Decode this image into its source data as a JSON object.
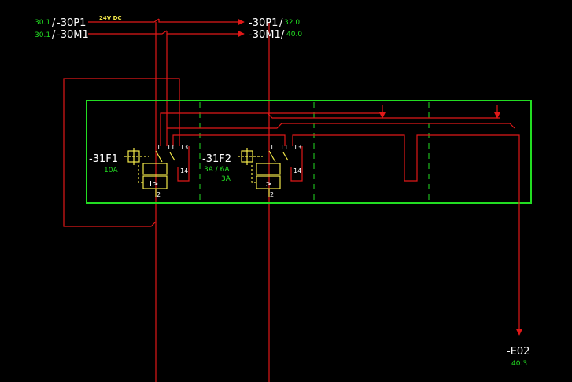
{
  "colors": {
    "background": "#000000",
    "wire": "#e01818",
    "frame": "#22dd22",
    "symbol": "#f2e84a",
    "text": "#ffffff",
    "ref_text": "#22dd22"
  },
  "inputs": [
    {
      "ref": "30.1",
      "name": "-30P1"
    },
    {
      "ref": "30.1",
      "name": "-30M1"
    }
  ],
  "voltage": "24V DC",
  "outputs": [
    {
      "name": "-30P1",
      "sep": "/",
      "ref": "32.0"
    },
    {
      "name": "-30M1",
      "sep": "/",
      "ref": "40.0"
    }
  ],
  "breakers": [
    {
      "name": "-31F1",
      "rating": "10A",
      "trip": "I>",
      "terminals": {
        "t1": "1",
        "t2": "2",
        "t11": "11",
        "t13": "13",
        "t14": "14"
      }
    },
    {
      "name": "-31F2",
      "rating": "3A / 6A",
      "rating2": "3A",
      "trip": "I>",
      "terminals": {
        "t1": "1",
        "t2": "2",
        "t11": "11",
        "t13": "13",
        "t14": "14"
      }
    }
  ],
  "destination": {
    "name": "-E02",
    "ref": "40.3"
  }
}
